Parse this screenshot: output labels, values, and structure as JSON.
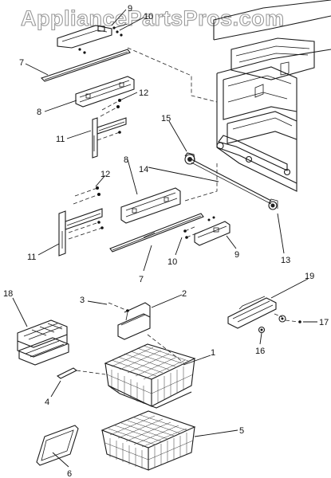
{
  "watermark": "AppliancePartsPros.com",
  "callouts": [
    {
      "id": "c9a",
      "text": "9"
    },
    {
      "id": "c10a",
      "text": "10"
    },
    {
      "id": "c7a",
      "text": "7"
    },
    {
      "id": "c8a",
      "text": "8"
    },
    {
      "id": "c12a",
      "text": "12"
    },
    {
      "id": "c11a",
      "text": "11"
    },
    {
      "id": "c15",
      "text": "15"
    },
    {
      "id": "c8b",
      "text": "8"
    },
    {
      "id": "c14",
      "text": "14"
    },
    {
      "id": "c12b",
      "text": "12"
    },
    {
      "id": "c11b",
      "text": "11"
    },
    {
      "id": "c10b",
      "text": "10"
    },
    {
      "id": "c9b",
      "text": "9"
    },
    {
      "id": "c7b",
      "text": "7"
    },
    {
      "id": "c13",
      "text": "13"
    },
    {
      "id": "c19",
      "text": "19"
    },
    {
      "id": "c18",
      "text": "18"
    },
    {
      "id": "c3",
      "text": "3"
    },
    {
      "id": "c2",
      "text": "2"
    },
    {
      "id": "c17",
      "text": "17"
    },
    {
      "id": "c1",
      "text": "1"
    },
    {
      "id": "c16",
      "text": "16"
    },
    {
      "id": "c4",
      "text": "4"
    },
    {
      "id": "c5",
      "text": "5"
    },
    {
      "id": "c6",
      "text": "6"
    }
  ]
}
